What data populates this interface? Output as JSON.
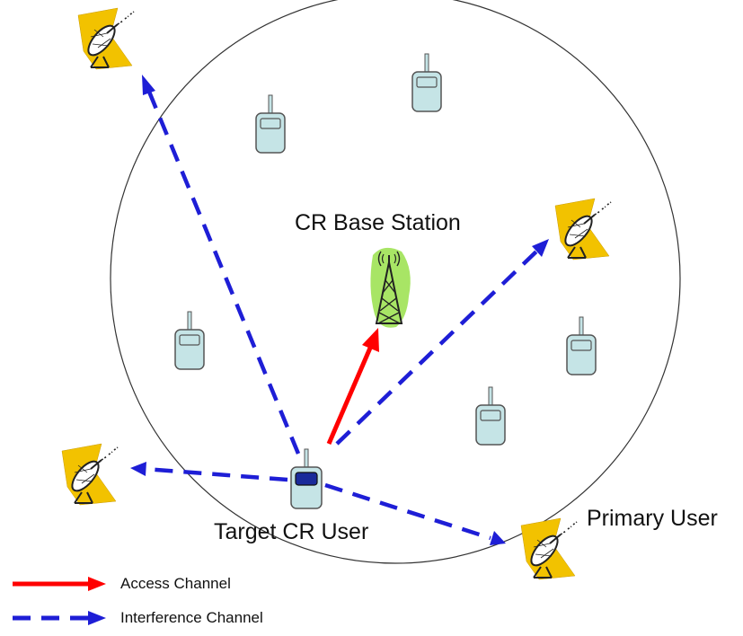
{
  "labels": {
    "base_station": "CR Base Station",
    "target_user": "Target CR User",
    "primary_user": "Primary User"
  },
  "legend": {
    "access": "Access Channel",
    "interference": "Interference Channel"
  },
  "colors": {
    "access_channel": "#ff0000",
    "interference_channel": "#1e1ed6",
    "cr_device_fill": "#c5e4e6",
    "target_screen": "#1a2a9a",
    "dish_background": "#f2c200",
    "tower_glow": "#99e04a"
  },
  "icons": {
    "cr_device": "handheld-radio-icon",
    "primary_user": "satellite-dish-icon",
    "base_station": "radio-tower-icon"
  }
}
